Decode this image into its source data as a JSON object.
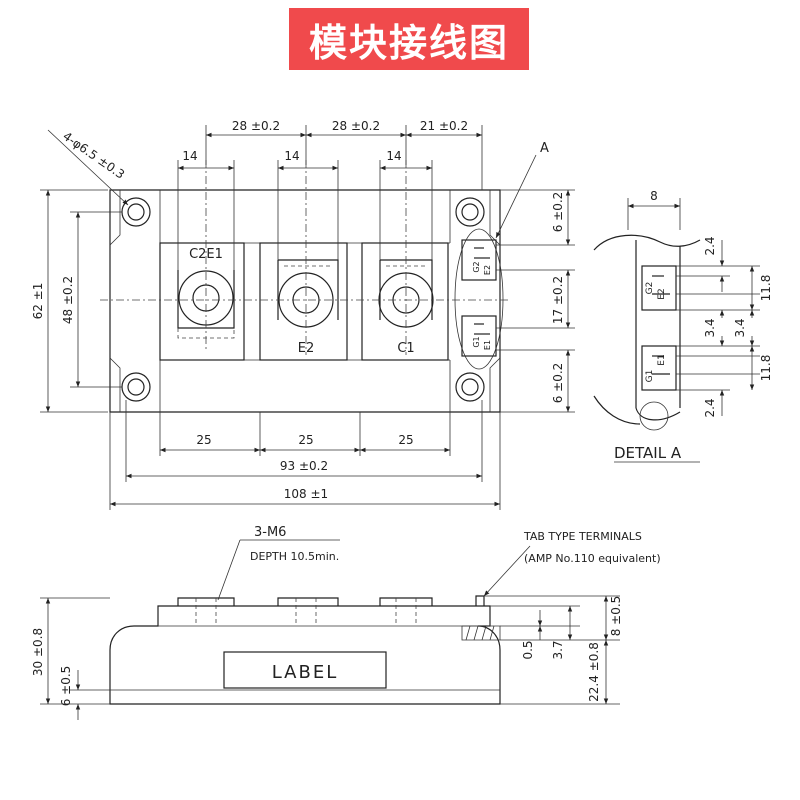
{
  "title": "模块接线图",
  "top_view": {
    "dims_top": [
      "28 ±0.2",
      "28 ±0.2",
      "21 ±0.2"
    ],
    "dims_14": [
      "14",
      "14",
      "14"
    ],
    "hole_note": "4-φ6.5 ±0.3",
    "callout": "A",
    "dim_left_outer": "62 ±1",
    "dim_left_inner": "48 ±0.2",
    "dims_right": [
      "6 ±0.2",
      "17 ±0.2",
      "6 ±0.2"
    ],
    "terminal_labels": [
      "C2E1",
      "E2",
      "C1"
    ],
    "aux_labels": [
      "G2",
      "E2",
      "G1",
      "E1"
    ],
    "dims_bottom_25": [
      "25",
      "25",
      "25"
    ],
    "dim_93": "93 ±0.2",
    "dim_108": "108 ±1"
  },
  "detail": {
    "title": "DETAIL A",
    "dim_top": "8",
    "dims_left": [
      "2.4",
      "3.4",
      "2.4"
    ],
    "dims_right": [
      "11.8",
      "3.4",
      "11.8"
    ],
    "labels": [
      "G2",
      "E2",
      "G1",
      "E1"
    ]
  },
  "side_view": {
    "screw": "3-M6",
    "depth": "DEPTH 10.5min.",
    "label": "LABEL",
    "dim_30": "30 ±0.8",
    "dim_6": "6 ±0.5",
    "tab_title": "TAB TYPE TERMINALS",
    "tab_sub": "(AMP No.110 equivalent)",
    "dims_tab": [
      "0.5",
      "3.7",
      "8 ±0.5",
      "22.4 ±0.8"
    ]
  }
}
